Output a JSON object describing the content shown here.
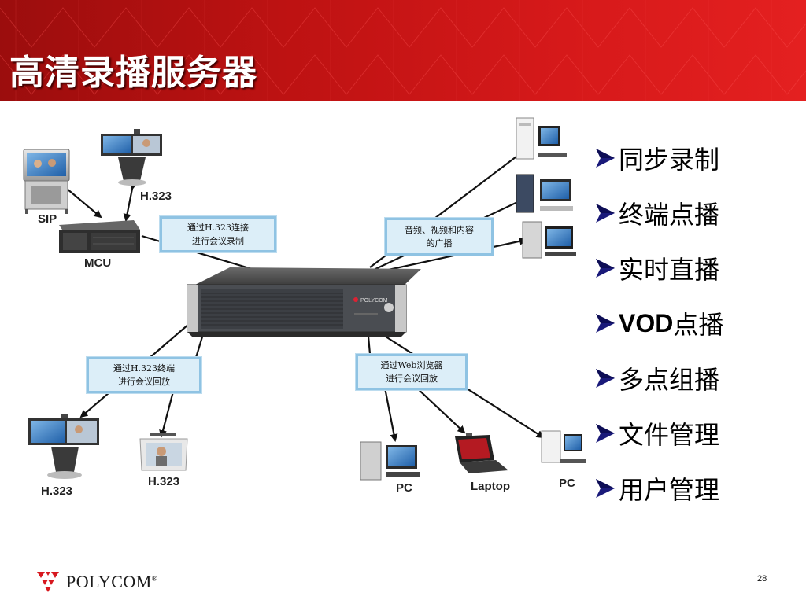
{
  "slide": {
    "title": "高清录播服务器",
    "page_number": "28",
    "accent_color": "#c8141b"
  },
  "diagram": {
    "device_labels": {
      "sip": "SIP",
      "h323_top": "H.323",
      "mcu": "MCU",
      "h323_bottom_left": "H.323",
      "h323_bottom_mid": "H.323",
      "pc_left": "PC",
      "laptop": "Laptop",
      "pc_right": "PC"
    },
    "callouts": {
      "record": [
        "通过H.323连接",
        "进行会议录制"
      ],
      "broadcast": [
        "音频、视频和内容",
        "的广播"
      ],
      "h323_playback": [
        "通过H.323终端",
        "进行会议回放"
      ],
      "web_playback": [
        "通过Web浏览器",
        "进行会议回放"
      ]
    },
    "server_brand": "POLYCOM"
  },
  "features": [
    {
      "text": "同步录制"
    },
    {
      "text": "终端点播"
    },
    {
      "text": "实时直播"
    },
    {
      "bold": "VOD",
      "text": "点播"
    },
    {
      "text": "多点组播"
    },
    {
      "text": "文件管理"
    },
    {
      "text": "用户管理"
    }
  ],
  "footer": {
    "logo_text": "POLYCOM",
    "logo_mark": "®",
    "logo_icon": "polycom-triangle-logo"
  }
}
